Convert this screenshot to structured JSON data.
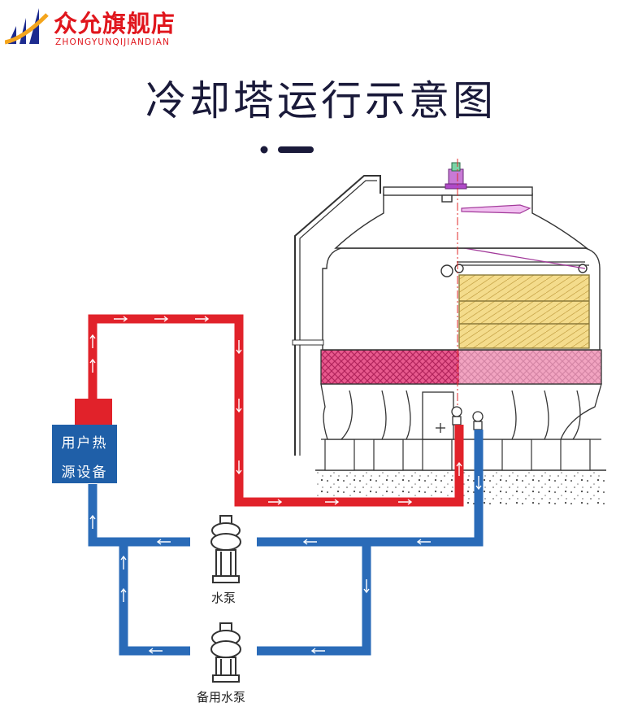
{
  "brand": {
    "name": "众允旗舰店",
    "pinyin": "ZHONGYUNQIJIANDIAN",
    "color": "#e0161d"
  },
  "title": "冷却塔运行示意图",
  "heat_source": {
    "line1": "用户热",
    "line2": "源设备",
    "color": "#1f5fa8"
  },
  "pumps": {
    "main": "水泵",
    "standby": "备用水泵"
  },
  "pipes": {
    "hot_color": "#e1222a",
    "cold_color": "#2a6bb8"
  }
}
